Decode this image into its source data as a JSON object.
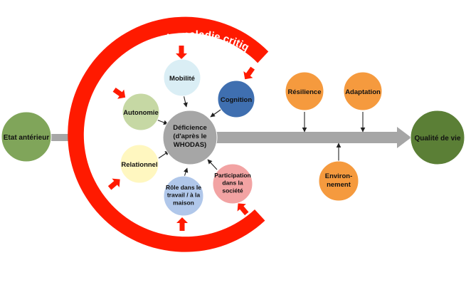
{
  "arc": {
    "title": "Effets de la maladie critique",
    "color": "#ff1a00"
  },
  "colors": {
    "main_arrow": "#a6a6a6",
    "connector": "#222222",
    "impact_arrow": "#ff1a00"
  },
  "nodes": {
    "etat": {
      "lines": [
        "Etat antérieur"
      ],
      "color": "#80a55a"
    },
    "deficience": {
      "lines": [
        "Déficience",
        "(d'après le",
        "WHODAS)"
      ],
      "color": "#a6a6a6"
    },
    "mobilite": {
      "lines": [
        "Mobilité"
      ],
      "color": "#daeef5"
    },
    "cognition": {
      "lines": [
        "Cognition"
      ],
      "color": "#3f6fb0"
    },
    "autonomie": {
      "lines": [
        "Autonomie"
      ],
      "color": "#c6d8a4"
    },
    "relationnel": {
      "lines": [
        "Relationnel"
      ],
      "color": "#fff7c0"
    },
    "role": {
      "lines": [
        "Rôle dans le",
        "travail / à la",
        "maison"
      ],
      "color": "#b0c7ea"
    },
    "participation": {
      "lines": [
        "Participation",
        "dans la",
        "société"
      ],
      "color": "#f2a3a3"
    },
    "resilience": {
      "lines": [
        "Résilience"
      ],
      "color": "#f59a3e"
    },
    "adaptation": {
      "lines": [
        "Adaptation"
      ],
      "color": "#f59a3e"
    },
    "environnement": {
      "lines": [
        "Environ-",
        "nement"
      ],
      "color": "#f59a3e"
    },
    "qualite": {
      "lines": [
        "Qualité de vie"
      ],
      "color": "#5b7f36"
    }
  }
}
